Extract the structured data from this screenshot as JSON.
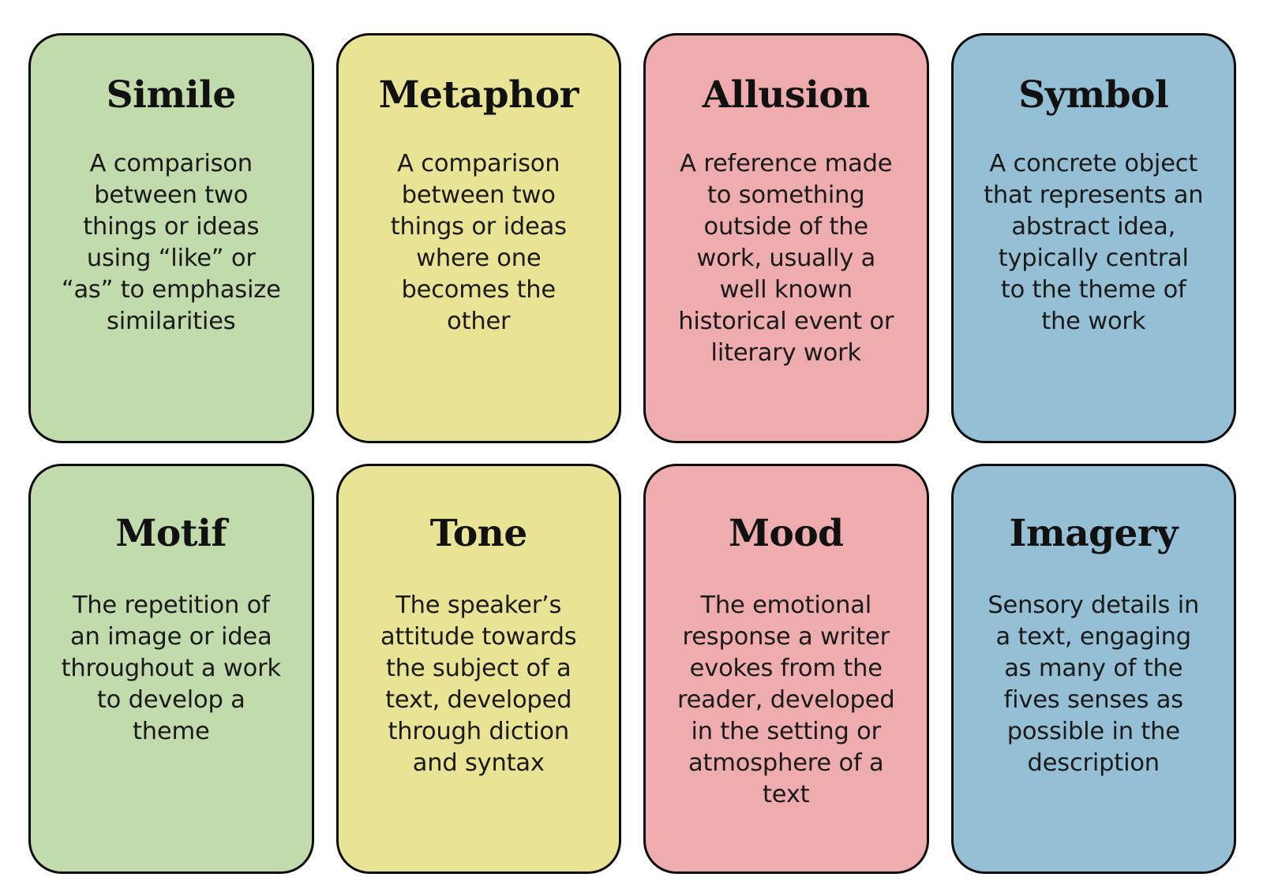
{
  "page": {
    "background_color": "#ffffff",
    "layout": "4-column x 2-row card grid",
    "border_color": "#0c0c0c"
  },
  "palette": {
    "green": "#c2dbad",
    "yellow": "#e8e395",
    "pink": "#efacae",
    "blue": "#94bfd4",
    "text": "#1a1a1a"
  },
  "rows": [
    {
      "cards": [
        {
          "title": "Simile",
          "definition": "A comparison\nbetween two\nthings or ideas\nusing “like” or\n“as” to emphasize\nsimilarities",
          "color": "green"
        },
        {
          "title": "Metaphor",
          "definition": "A comparison\nbetween two\nthings or ideas\nwhere one\nbecomes the\nother",
          "color": "yellow"
        },
        {
          "title": "Allusion",
          "definition": "A reference made\nto something\noutside of the\nwork, usually a\nwell known\nhistorical event or\nliterary work",
          "color": "pink"
        },
        {
          "title": "Symbol",
          "definition": "A concrete object\nthat represents an\nabstract idea,\ntypically central\nto the theme of\nthe work",
          "color": "blue"
        }
      ]
    },
    {
      "cards": [
        {
          "title": "Motif",
          "definition": "The repetition of\nan image or idea\nthroughout a work\nto develop a\ntheme",
          "color": "green"
        },
        {
          "title": "Tone",
          "definition": "The speaker’s\nattitude towards\nthe subject of a\ntext, developed\nthrough diction\nand syntax",
          "color": "yellow"
        },
        {
          "title": "Mood",
          "definition": "The emotional\nresponse a writer\nevokes from the\nreader, developed\nin the setting or\natmosphere of a\ntext",
          "color": "pink"
        },
        {
          "title": "Imagery",
          "definition": "Sensory details in\na text, engaging\nas many of the\nfives senses as\npossible in the\ndescription",
          "color": "blue"
        }
      ]
    }
  ]
}
